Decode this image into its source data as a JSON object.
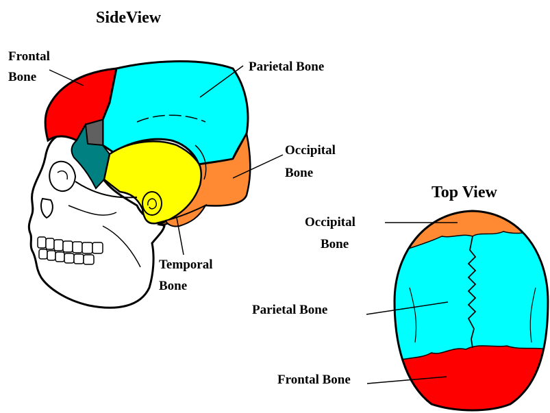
{
  "side_view": {
    "title": "SideView",
    "labels": {
      "frontal_line1": "Frontal",
      "frontal_line2": "Bone",
      "parietal": "Parietal Bone",
      "occipital_line1": "Occipital",
      "occipital_line2": "Bone",
      "temporal_line1": "Temporal",
      "temporal_line2": "Bone"
    }
  },
  "top_view": {
    "title": "Top View",
    "labels": {
      "occipital_line1": "Occipital",
      "occipital_line2": "Bone",
      "parietal": "Parietal Bone",
      "frontal": "Frontal Bone"
    }
  },
  "colors": {
    "frontal": "#ff0000",
    "parietal": "#00ffff",
    "occipital": "#ff8a33",
    "temporal": "#ffff00",
    "sphenoid": "#008080",
    "gray_patch": "#606060",
    "outline": "#000000",
    "face": "#ffffff"
  }
}
